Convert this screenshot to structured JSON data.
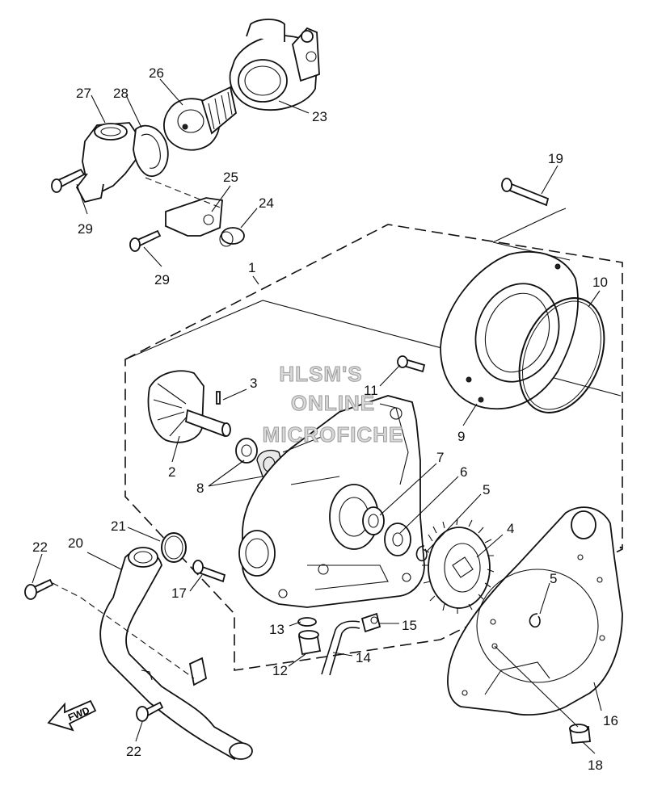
{
  "watermark": {
    "lines": [
      "HLSM'S",
      "ONLINE",
      "MICROFICHE"
    ]
  },
  "fwd_label": "FWD",
  "callouts": [
    {
      "id": "c1",
      "text": "1"
    },
    {
      "id": "c2",
      "text": "2"
    },
    {
      "id": "c3",
      "text": "3"
    },
    {
      "id": "c4",
      "text": "4"
    },
    {
      "id": "c5a",
      "text": "5"
    },
    {
      "id": "c5b",
      "text": "5"
    },
    {
      "id": "c6",
      "text": "6"
    },
    {
      "id": "c7",
      "text": "7"
    },
    {
      "id": "c8",
      "text": "8"
    },
    {
      "id": "c9",
      "text": "9"
    },
    {
      "id": "c10",
      "text": "10"
    },
    {
      "id": "c11",
      "text": "11"
    },
    {
      "id": "c12",
      "text": "12"
    },
    {
      "id": "c13",
      "text": "13"
    },
    {
      "id": "c14",
      "text": "14"
    },
    {
      "id": "c15",
      "text": "15"
    },
    {
      "id": "c16",
      "text": "16"
    },
    {
      "id": "c17",
      "text": "17"
    },
    {
      "id": "c18",
      "text": "18"
    },
    {
      "id": "c19",
      "text": "19"
    },
    {
      "id": "c20",
      "text": "20"
    },
    {
      "id": "c21",
      "text": "21"
    },
    {
      "id": "c22a",
      "text": "22"
    },
    {
      "id": "c22b",
      "text": "22"
    },
    {
      "id": "c23",
      "text": "23"
    },
    {
      "id": "c24",
      "text": "24"
    },
    {
      "id": "c25",
      "text": "25"
    },
    {
      "id": "c26",
      "text": "26"
    },
    {
      "id": "c27",
      "text": "27"
    },
    {
      "id": "c28",
      "text": "28"
    },
    {
      "id": "c29a",
      "text": "29"
    },
    {
      "id": "c29b",
      "text": "29"
    }
  ]
}
